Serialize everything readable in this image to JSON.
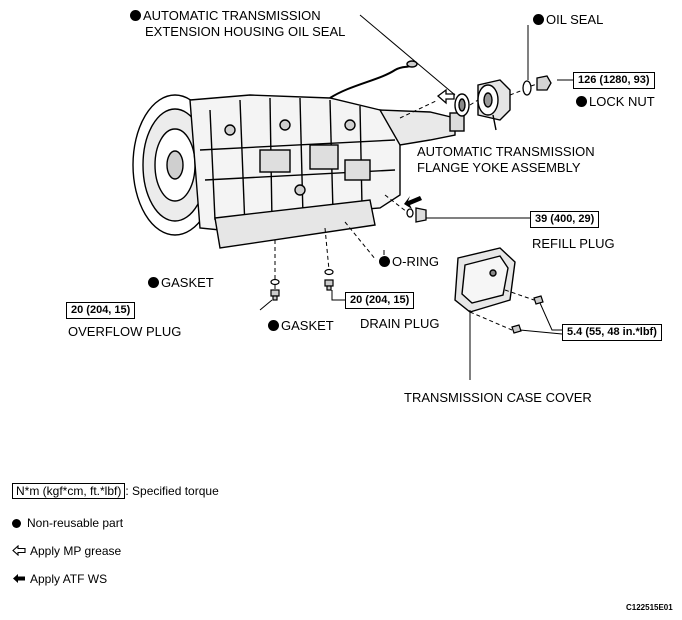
{
  "labels": {
    "ext_seal_line1": "AUTOMATIC TRANSMISSION",
    "ext_seal_line2": "EXTENSION HOUSING OIL SEAL",
    "oil_seal": "OIL SEAL",
    "lock_nut": "LOCK NUT",
    "flange_line1": "AUTOMATIC TRANSMISSION",
    "flange_line2": "FLANGE YOKE ASSEMBLY",
    "refill_plug": "REFILL PLUG",
    "o_ring": "O-RING",
    "gasket_upper": "GASKET",
    "gasket_lower": "GASKET",
    "overflow_plug": "OVERFLOW PLUG",
    "drain_plug": "DRAIN PLUG",
    "case_cover": "TRANSMISSION CASE COVER"
  },
  "torques": {
    "lock_nut": "126 (1280, 93)",
    "refill_plug": "39 (400, 29)",
    "overflow_plug": "20 (204, 15)",
    "drain_plug": "20 (204, 15)",
    "case_cover": "5.4 (55, 48 in.*lbf)"
  },
  "legend": {
    "torque_unit": "N*m (kgf*cm, ft.*lbf)",
    "torque_text": ": Specified torque",
    "non_reusable": "Non-reusable part",
    "mp_grease": "Apply MP grease",
    "atf": "Apply ATF WS"
  },
  "figure_code": "C122515E01"
}
